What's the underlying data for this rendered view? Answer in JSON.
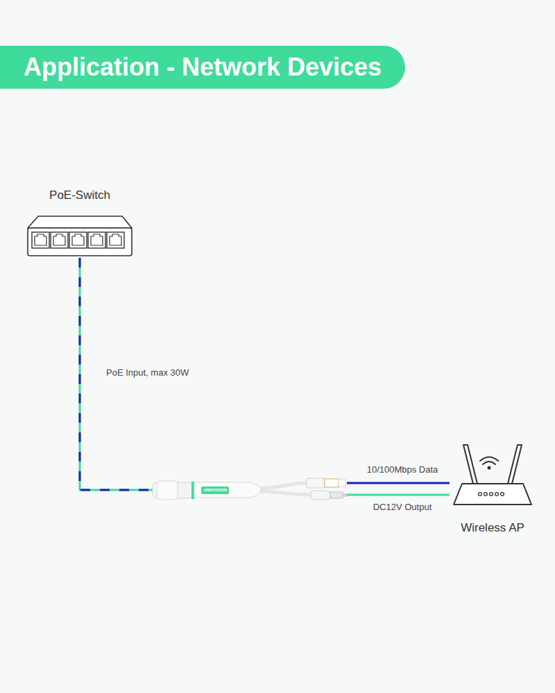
{
  "diagram": {
    "title": "Application - Network Devices",
    "nodes": [
      {
        "text": [
          "PoE-Switch"
        ]
      },
      {
        "text": [
          "UNOVISION"
        ]
      },
      {
        "text": [
          "Wireless AP"
        ]
      }
    ],
    "edges": [
      {
        "from": 0,
        "to": 1,
        "arrow": "none",
        "label": "PoE Input, max 30W"
      },
      {
        "from": 1,
        "to": 2,
        "arrow": "none",
        "label": "10/100Mbps Data"
      },
      {
        "from": 1,
        "to": 2,
        "arrow": "none",
        "label": "DC12V Output"
      }
    ]
  }
}
